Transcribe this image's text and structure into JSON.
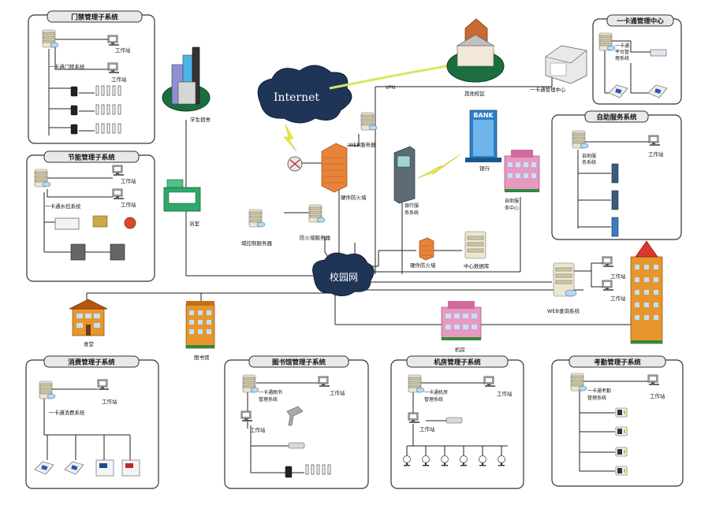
{
  "subsystems": {
    "access_control": {
      "title": "门禁管理子系统",
      "workstation_1": "工作站",
      "workstation_2": "工作站",
      "server_label": "一卡通门禁系统"
    },
    "energy": {
      "title": "节能管理子系统",
      "workstation_1": "工作站",
      "workstation_2": "工作站",
      "server_label": "一卡通水控系统"
    },
    "card_center": {
      "title": "一卡通管理中心",
      "server_label_1": "一卡通",
      "server_label_2": "平台管",
      "server_label_3": "理系统"
    },
    "self_service": {
      "title": "自助服务系统",
      "server_label_1": "自助服",
      "server_label_2": "务系统",
      "workstation": "工作站"
    },
    "consumption": {
      "title": "消费管理子系统",
      "workstation": "工作站",
      "server_label": "一卡通消费系统"
    },
    "library": {
      "title": "图书馆管理子系统",
      "server_label_1": "一卡通图书",
      "server_label_2": "管理系统",
      "workstation": "工作站",
      "workstation_2": "工作站"
    },
    "computer_room": {
      "title": "机房管理子系统",
      "server_label_1": "一卡通机房",
      "server_label_2": "管理系统",
      "workstation": "工作站",
      "workstation_2": "工作站"
    },
    "attendance": {
      "title": "考勤管理子系统",
      "server_label_1": "一卡通考勤",
      "server_label_2": "管理系统",
      "workstation": "工作站"
    }
  },
  "network": {
    "internet": "Internet",
    "campus_net": "校园网",
    "vpn": "VPN",
    "web_server": "WEB服务器",
    "hw_firewall_top": "硬件防火墙",
    "hw_firewall_mid": "硬件防火墙",
    "domain_server": "域控制服务器",
    "fw_server": "防火墙服务器",
    "bank_server_1": "银行服",
    "bank_server_2": "务系统",
    "bank": "银行",
    "bank_sign": "BANK",
    "self_center_1": "自助服",
    "self_center_2": "务中心",
    "db_center": "中心数据库",
    "web_query": "WEB查询系统",
    "ws_1": "工作站",
    "ws_2": "工作站"
  },
  "places": {
    "dorm": "学生宿舍",
    "bath": "浴室",
    "other_campus": "其他校区",
    "card_mgmt_center": "一卡通管理中心",
    "canteen": "食堂",
    "library": "图书馆",
    "machine_room": "机房"
  },
  "colors": {
    "cloud": "#1f3558",
    "firewall": "#e8833a",
    "green_oval": "#1c6e3f",
    "pink_building": "#e69ac0",
    "orange_building": "#e7962e"
  }
}
